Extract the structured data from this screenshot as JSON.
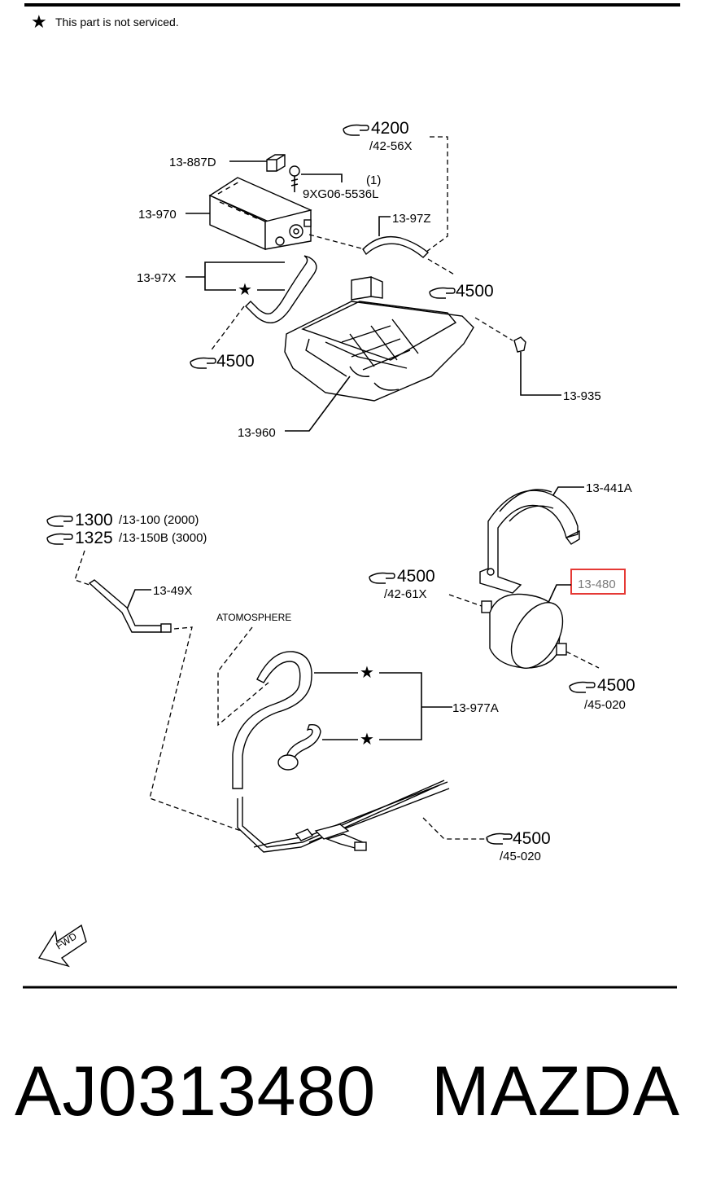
{
  "note": {
    "star": "★",
    "text": "This part is not serviced."
  },
  "refs": {
    "r4200": {
      "num": "4200",
      "sub": "/42-56X"
    },
    "r4500_a": {
      "num": "4500",
      "sub": ""
    },
    "r4500_b": {
      "num": "4500",
      "sub": ""
    },
    "r1300": {
      "num": "1300",
      "sub": "/13-100 (2000)"
    },
    "r1325": {
      "num": "1325",
      "sub": "/13-150B (3000)"
    },
    "r4500_c": {
      "num": "4500",
      "sub": "/42-61X"
    },
    "r4500_d": {
      "num": "4500",
      "sub": "/45-020"
    },
    "r4500_e": {
      "num": "4500",
      "sub": "/45-020"
    }
  },
  "parts": {
    "p887d": "13-887D",
    "bolt": "9XG06-5536L",
    "bolt_qty": "(1)",
    "p970": "13-970",
    "p97z": "13-97Z",
    "p97x": "13-97X",
    "p935": "13-935",
    "p960": "13-960",
    "p441a": "13-441A",
    "p49x": "13-49X",
    "p480": "13-480",
    "p977a": "13-977A",
    "atmosphere": "ATOMOSPHERE"
  },
  "fwd": "FWD",
  "footer": {
    "part_code": "AJ0313480",
    "brand": "MAZDA"
  },
  "colors": {
    "highlight": "#e53935",
    "highlight_text": "#7a7a7a"
  }
}
